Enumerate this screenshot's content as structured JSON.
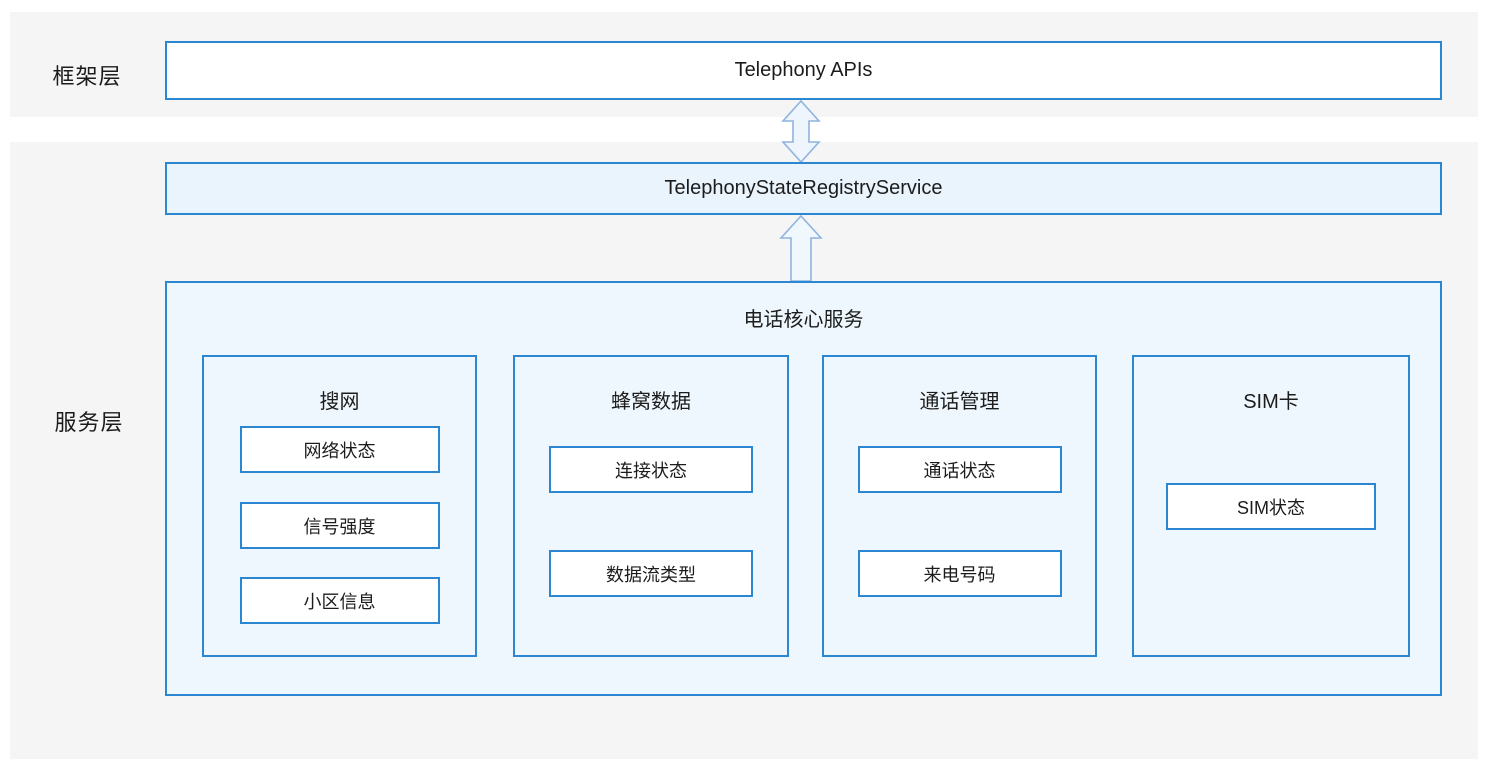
{
  "diagram": {
    "layer_labels": {
      "framework": "框架层",
      "service": "服务层"
    },
    "framework_layer": {
      "api_box_label": "Telephony APIs"
    },
    "service_layer": {
      "registry_box_label": "TelephonyStateRegistryService",
      "core_box": {
        "title": "电话核心服务",
        "groups": [
          {
            "title": "搜网",
            "items": [
              "网络状态",
              "信号强度",
              "小区信息"
            ]
          },
          {
            "title": "蜂窝数据",
            "items": [
              "连接状态",
              "数据流类型"
            ]
          },
          {
            "title": "通话管理",
            "items": [
              "通话状态",
              "来电号码"
            ]
          },
          {
            "title": "SIM卡",
            "items": [
              "SIM状态"
            ]
          }
        ]
      }
    },
    "icons": {
      "between_apis_and_registry": "double-headed-vertical-arrow",
      "between_core_and_registry": "up-arrow"
    },
    "colors": {
      "box_border": "#2b87d2",
      "light_fill": "#eef7fd",
      "registry_fill": "#e9f4fc",
      "band_background": "#f5f5f6",
      "arrow_stroke": "#8fb4de",
      "arrow_fill": "#eef5fc",
      "text": "#1c1c1c"
    }
  }
}
